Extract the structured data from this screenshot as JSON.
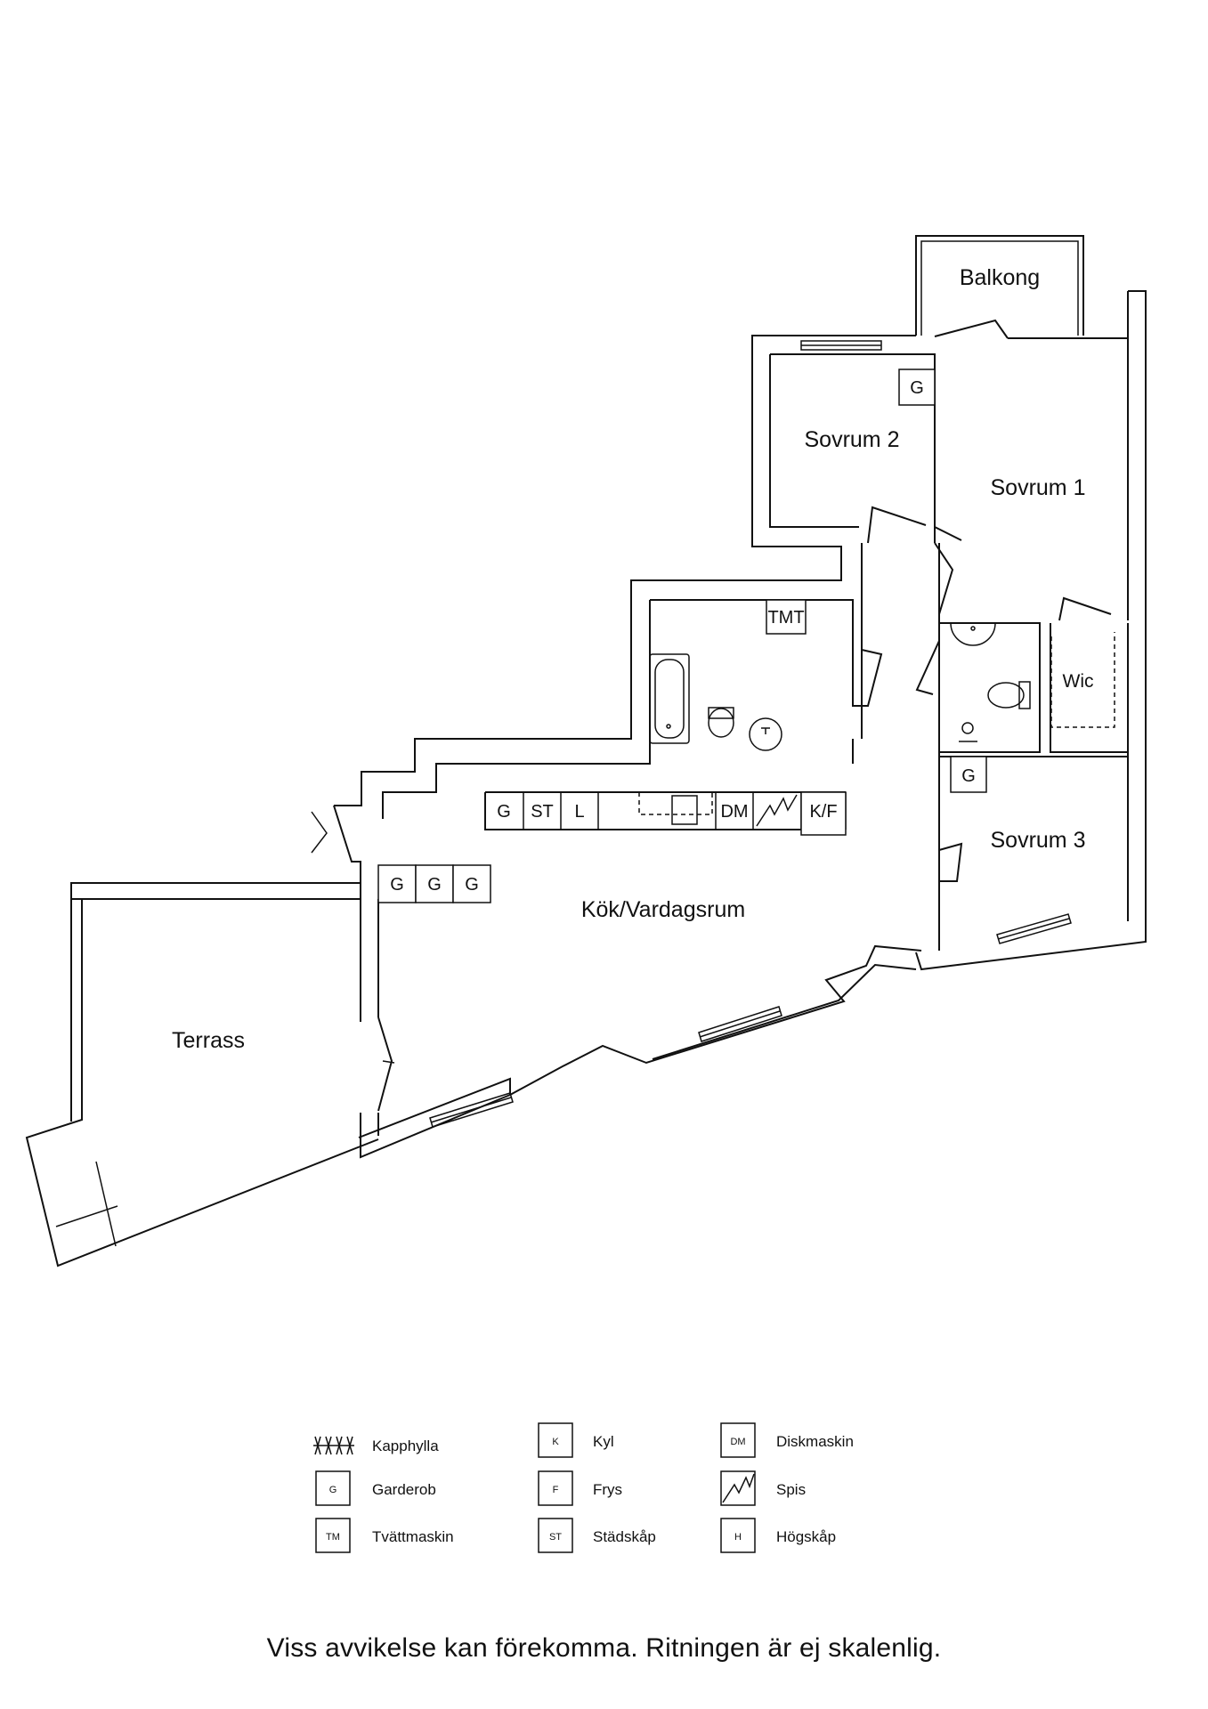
{
  "rooms": {
    "balkong": "Balkong",
    "sovrum2": "Sovrum 2",
    "sovrum1": "Sovrum 1",
    "wic": "Wic",
    "sovrum3": "Sovrum 3",
    "kok": "Kök/Vardagsrum",
    "terrass": "Terrass"
  },
  "fixtures": {
    "g": "G",
    "st": "ST",
    "l": "L",
    "dm": "DM",
    "kf": "K/F",
    "tm": "TM",
    "t": "T"
  },
  "legend": [
    {
      "code": "",
      "icon": "kapphylla-icon",
      "label": "Kapphylla"
    },
    {
      "code": "G",
      "icon": "garderob-box",
      "label": "Garderob"
    },
    {
      "code": "TM",
      "icon": "tvattmaskin-box",
      "label": "Tvättmaskin"
    },
    {
      "code": "K",
      "icon": "kyl-box",
      "label": "Kyl"
    },
    {
      "code": "F",
      "icon": "frys-box",
      "label": "Frys"
    },
    {
      "code": "ST",
      "icon": "stadskap-box",
      "label": "Städskåp"
    },
    {
      "code": "DM",
      "icon": "diskmaskin-box",
      "label": "Diskmaskin"
    },
    {
      "code": "",
      "icon": "spis-icon",
      "label": "Spis"
    },
    {
      "code": "H",
      "icon": "hogskap-box",
      "label": "Högskåp"
    }
  ],
  "note": "Viss avvikelse kan förekomma. Ritningen är ej skalenlig."
}
